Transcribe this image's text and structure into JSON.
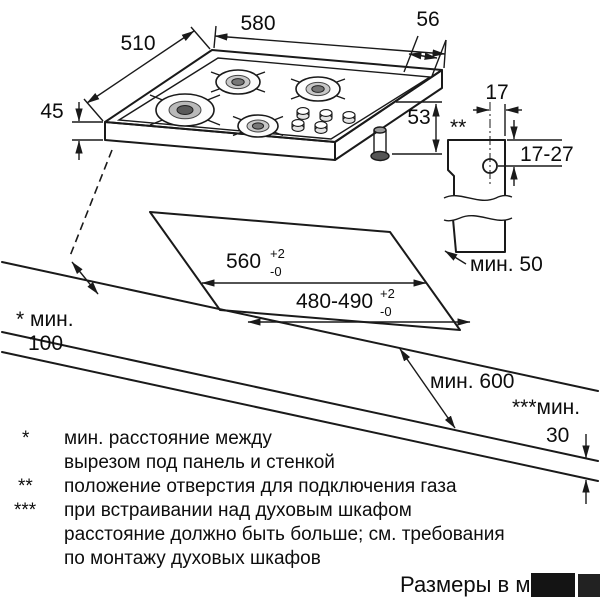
{
  "labels": {
    "w510": "510",
    "w580": "580",
    "d56": "56",
    "h45": "45",
    "h53": "53",
    "b17": "17",
    "b17_27": "17-27",
    "gas_mark": "**",
    "min50": "мин. 50",
    "cut_w": "560",
    "cut_w_tp": "+2",
    "cut_w_tm": "-0",
    "cut_d": "480-490",
    "cut_d_tp": "+2",
    "cut_d_tm": "-0",
    "min100_a": "* мин.",
    "min100_b": "100",
    "min600": "мин. 600",
    "min30_a": "***мин.",
    "min30_b": "30"
  },
  "footnotes": {
    "f1_marker": "*",
    "f1_line1": "мин. расстояние между",
    "f1_line2": "вырезом под панель и стенкой",
    "f2_marker": "**",
    "f2_line1": "положение отверстия для подключения газа",
    "f3_marker": "***",
    "f3_line1": "при встраивании над духовым шкафом",
    "f3_line2": "расстояние должно быть больше; см. требования",
    "f3_line3": "по монтажу духовых шкафов"
  },
  "caption": "Размеры в м"
}
